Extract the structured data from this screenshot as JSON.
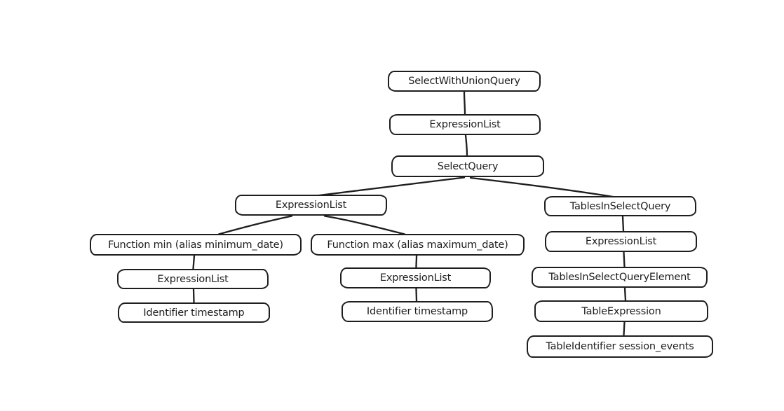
{
  "diagram": {
    "kind": "sql-ast-tree",
    "colors": {
      "stroke": "#1e1e1e",
      "background": "#ffffff",
      "node_fill": "#ffffff"
    },
    "nodes": [
      {
        "label": "SelectWithUnionQuery"
      },
      {
        "label": "ExpressionList"
      },
      {
        "label": "SelectQuery"
      },
      {
        "label": "ExpressionList"
      },
      {
        "label": "TablesInSelectQuery"
      },
      {
        "label": "Function min (alias minimum_date)"
      },
      {
        "label": "Function max (alias maximum_date)"
      },
      {
        "label": "ExpressionList"
      },
      {
        "label": "Identifier timestamp"
      },
      {
        "label": "ExpressionList"
      },
      {
        "label": "Identifier timestamp"
      },
      {
        "label": "ExpressionList"
      },
      {
        "label": "TablesInSelectQueryElement"
      },
      {
        "label": "TableExpression"
      },
      {
        "label": "TableIdentifier session_events"
      }
    ],
    "edges": [
      {
        "from": 0,
        "to": 1
      },
      {
        "from": 1,
        "to": 2
      },
      {
        "from": 2,
        "to": 3
      },
      {
        "from": 2,
        "to": 4
      },
      {
        "from": 3,
        "to": 5
      },
      {
        "from": 3,
        "to": 6
      },
      {
        "from": 5,
        "to": 7
      },
      {
        "from": 7,
        "to": 8
      },
      {
        "from": 6,
        "to": 9
      },
      {
        "from": 9,
        "to": 10
      },
      {
        "from": 4,
        "to": 11
      },
      {
        "from": 11,
        "to": 12
      },
      {
        "from": 12,
        "to": 13
      },
      {
        "from": 13,
        "to": 14
      }
    ]
  }
}
